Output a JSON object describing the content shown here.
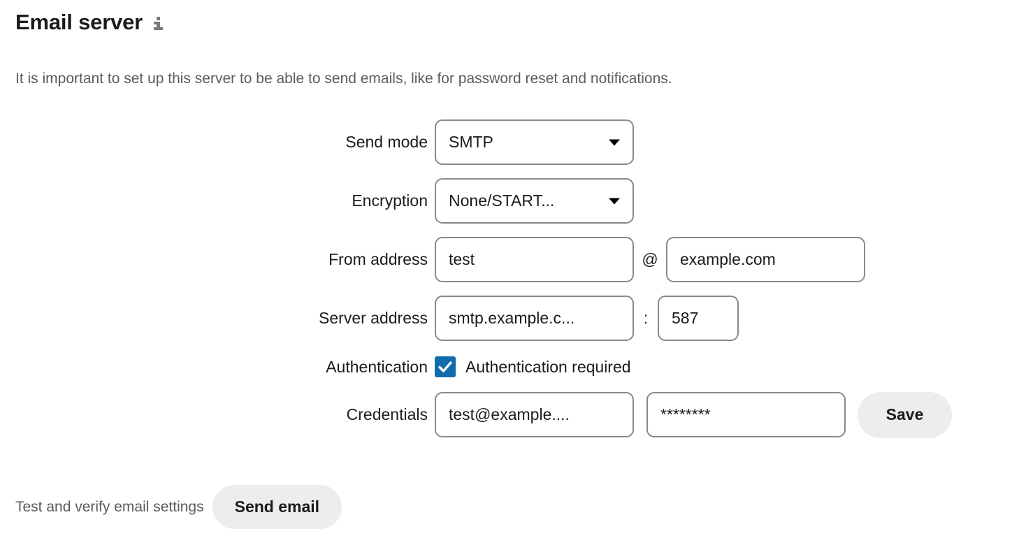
{
  "header": {
    "title": "Email server",
    "info_icon": "info-icon",
    "description": "It is important to set up this server to be able to send emails, like for password reset and notifications."
  },
  "form": {
    "send_mode": {
      "label": "Send mode",
      "value": "SMTP",
      "caret_icon": "chevron-down-icon"
    },
    "encryption": {
      "label": "Encryption",
      "value": "None/START...",
      "caret_icon": "chevron-down-icon"
    },
    "from_address": {
      "label": "From address",
      "user_value": "test",
      "separator": "@",
      "domain_value": "example.com"
    },
    "server_address": {
      "label": "Server address",
      "host_value": "smtp.example.c...",
      "separator": ":",
      "port_value": "587"
    },
    "authentication": {
      "label": "Authentication",
      "checkbox_label": "Authentication required",
      "checked": true,
      "check_icon": "check-icon"
    },
    "credentials": {
      "label": "Credentials",
      "username_value": "test@example....",
      "password_value": "********",
      "save_label": "Save"
    }
  },
  "footer": {
    "test_label": "Test and verify email settings",
    "send_email_label": "Send email"
  },
  "colors": {
    "accent_blue": "#0f6cad",
    "border_gray": "#898989",
    "button_gray": "#ededed",
    "text_dark": "#1b1b1b",
    "text_muted": "#5b5b5b",
    "icon_gray": "#7a7a7a"
  }
}
